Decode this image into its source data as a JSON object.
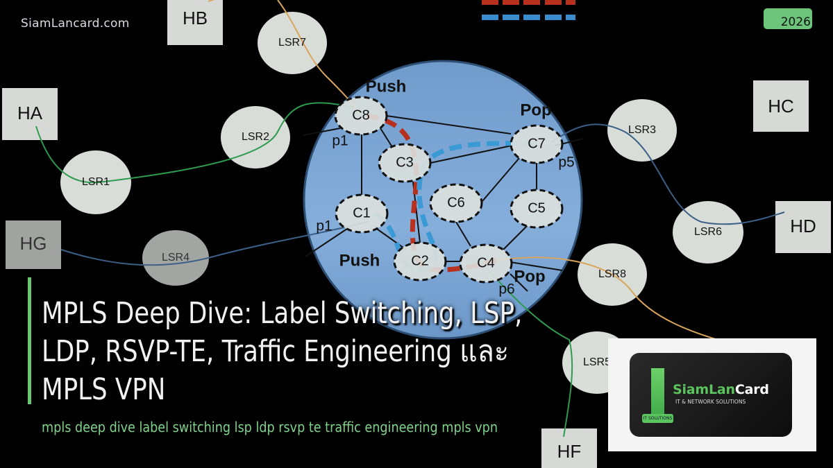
{
  "watermark": "SiamLancard.com",
  "year_badge": "2026",
  "diagram": {
    "hosts": [
      "HA",
      "HB",
      "HC",
      "HD",
      "HG",
      "HF"
    ],
    "edge_routers": [
      "LSR1",
      "LSR2",
      "LSR3",
      "LSR4",
      "LSR5",
      "LSR6",
      "LSR7",
      "LSR8"
    ],
    "core_routers": [
      "C1",
      "C2",
      "C3",
      "C4",
      "C5",
      "C6",
      "C7",
      "C8"
    ],
    "annotations": {
      "push_top": "Push",
      "pop_top": "Pop",
      "push_bottom": "Push",
      "pop_bottom": "Pop",
      "p1_top": "p1",
      "p1_bottom": "p1",
      "p5": "p5",
      "p6": "p6"
    },
    "colors": {
      "core_fill": "#6f9ccc",
      "lsp_red": "#b8311f",
      "lsp_blue": "#3a9ad6",
      "link_green": "#2e9a4e",
      "link_orange": "#d9a55a",
      "link_navy": "#3b5f86"
    }
  },
  "title": "MPLS Deep Dive: Label Switching, LSP, LDP, RSVP-TE, Traffic Engineering และ MPLS VPN",
  "subtitle": "mpls deep dive label switching lsp ldp rsvp te traffic engineering mpls vpn",
  "logo": {
    "name_green": "SiamLan",
    "name_white": "Card",
    "tagline": "IT & NETWORK SOLUTIONS",
    "tag": "IT SOLUTIONS"
  }
}
